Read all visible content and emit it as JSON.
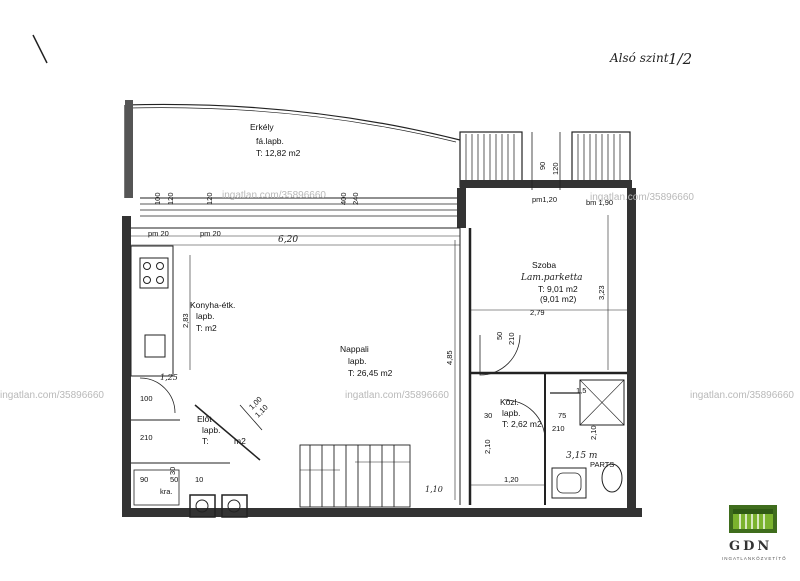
{
  "header": {
    "level_note": "Alsó szint",
    "sheet": "1/2"
  },
  "rooms": {
    "balcony": {
      "name": "Erkély",
      "floor": "fá.lapb.",
      "area": "T: 12,82 m2"
    },
    "living": {
      "name": "Nappali",
      "floor": "lapb.",
      "area": "T: 26,45 m2"
    },
    "kitchen": {
      "name": "Konyha-étk.",
      "floor": "lapb.",
      "area": "T:        m2"
    },
    "room": {
      "name": "Szoba",
      "floor": "Lam.parketta",
      "area": "T: 9,01 m2",
      "area2": "(9,01 m2)"
    },
    "hall": {
      "name": "Közl.",
      "floor": "lapb.",
      "area": "T: 2,62 m2"
    },
    "entry": {
      "name": "Előt",
      "floor": "lapb.",
      "area": "T:",
      "area_unit": "m2"
    },
    "wc_note": "3,15 m",
    "wc_label": "PARTS",
    "storage": "kra."
  },
  "dims": {
    "d100": "100",
    "d120a": "120",
    "d120b": "120",
    "d400": "400",
    "d240": "240",
    "d90": "90",
    "d120c": "120",
    "pm120a": "pm1,20",
    "bm190": "bm 1,90",
    "pm20a": "pm 20",
    "pm20b": "pm 20",
    "w620": "6,20",
    "h283": "2,83",
    "h485": "4,85",
    "h323": "3,23",
    "w279": "2,79",
    "w125": "1,25",
    "d50": "50",
    "d210a": "210",
    "d100b": "100",
    "d210b": "210",
    "d100c": "1,00",
    "d110": "1,10",
    "d15": "1,5",
    "d30": "30",
    "d75": "75",
    "d210c": "210",
    "d210d": "2,10",
    "d120d": "1,20",
    "d110b": "1,10",
    "d30b": "30",
    "d50b": "50",
    "d10": "10",
    "d90b": "90",
    "d210e": "2,10"
  },
  "watermarks": [
    "ingatlan.com/35896660",
    "ingatlan.com/35896660",
    "ingatlan.com/35896660",
    "ingatlan.com/35896660",
    "ingatlan.com/35896660"
  ],
  "logo": {
    "brand": "GDN",
    "sub": "INGATLANKÖZVETÍTŐ"
  }
}
